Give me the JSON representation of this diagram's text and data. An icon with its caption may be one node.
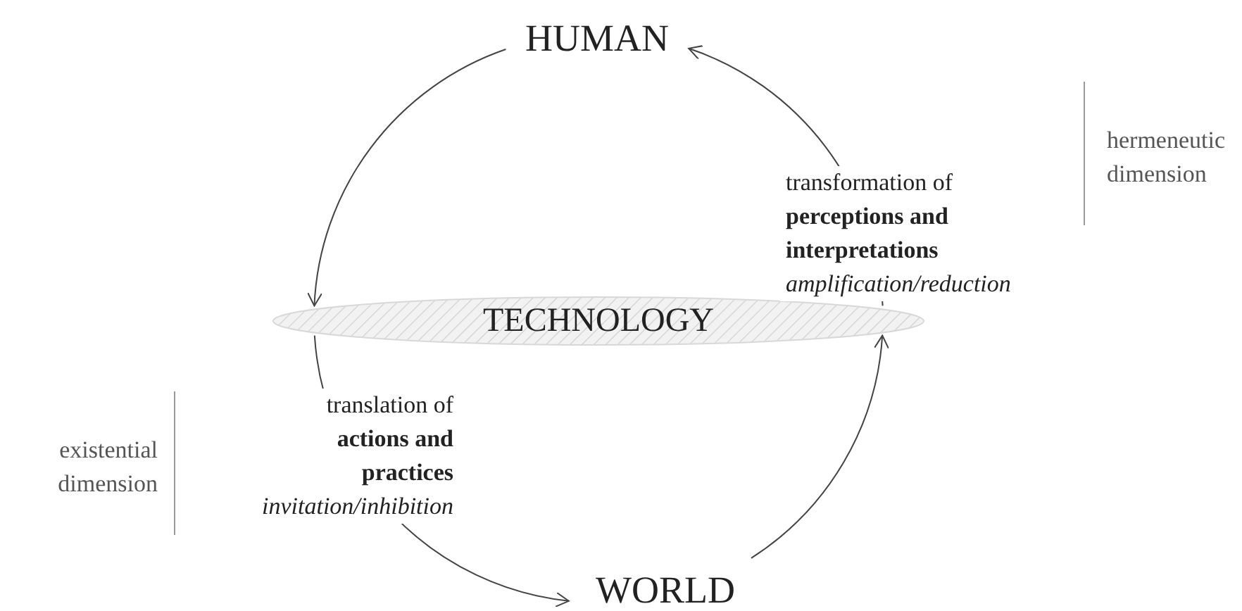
{
  "diagram": {
    "nodes": [
      {
        "text": [
          "HUMAN"
        ]
      },
      {
        "text": [
          "TECHNOLOGY"
        ]
      },
      {
        "text": [
          "WORLD"
        ]
      }
    ],
    "edges": [
      {
        "from": 0,
        "to": 1,
        "arrow": "to"
      },
      {
        "from": 1,
        "to": 2,
        "arrow": "to",
        "label": "translation of **actions and practices** *invitation/inhibition*"
      },
      {
        "from": 2,
        "to": 1,
        "arrow": "to"
      },
      {
        "from": 1,
        "to": 0,
        "arrow": "to",
        "label": "transformation of **perceptions and interpretations** *amplification/reduction*"
      }
    ],
    "labels": [
      "hermeneutic dimension",
      "existential dimension"
    ]
  }
}
